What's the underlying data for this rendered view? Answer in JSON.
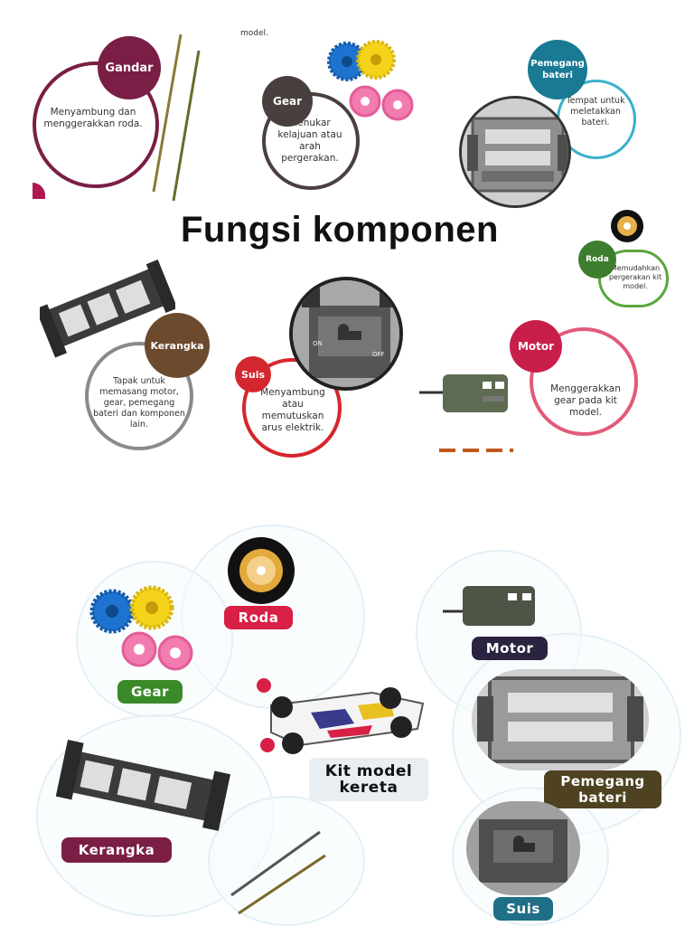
{
  "top_fragment": "model.",
  "title": "Fungsi komponen",
  "components": {
    "gandar": {
      "label": "Gandar",
      "desc": "Menyambung dan menggerakkan roda.",
      "color": "#7a1e45"
    },
    "gear": {
      "label": "Gear",
      "desc": "Menukar kelajuan atau arah pergerakan.",
      "color": "#4a3f3f"
    },
    "pemegang_bateri": {
      "label": "Pemegang bateri",
      "desc": "Tempat untuk meletakkan bateri.",
      "color": "#1a7a94"
    },
    "roda": {
      "label": "Roda",
      "desc": "Memudahkan pergerakan kit model.",
      "color": "#3d7d2e"
    },
    "kerangka": {
      "label": "Kerangka",
      "desc": "Tapak untuk memasang motor, gear, pemegang bateri dan komponen lain.",
      "color": "#6b4a2e"
    },
    "suis": {
      "label": "Suis",
      "desc": "Menyambung atau memutuskan arus elektrik.",
      "color": "#d4262e"
    },
    "motor": {
      "label": "Motor",
      "desc": "Menggerakkan gear pada kit model.",
      "color": "#c81e4a"
    }
  },
  "switch_marks": {
    "on": "ON",
    "off": "OFF"
  },
  "bottom_labels": {
    "roda": {
      "text": "Roda",
      "color": "#d81f45"
    },
    "gear": {
      "text": "Gear",
      "color": "#3a8a2a"
    },
    "motor": {
      "text": "Motor",
      "color": "#2b2440"
    },
    "kit_model": {
      "text": "Kit model kereta",
      "color": "#e8eef2"
    },
    "pemegang_bateri": {
      "text": "Pemegang bateri",
      "color": "#4e4222"
    },
    "kerangka": {
      "text": "Kerangka",
      "color": "#7a1e45"
    },
    "suis": {
      "text": "Suis",
      "color": "#1f6f86"
    }
  }
}
